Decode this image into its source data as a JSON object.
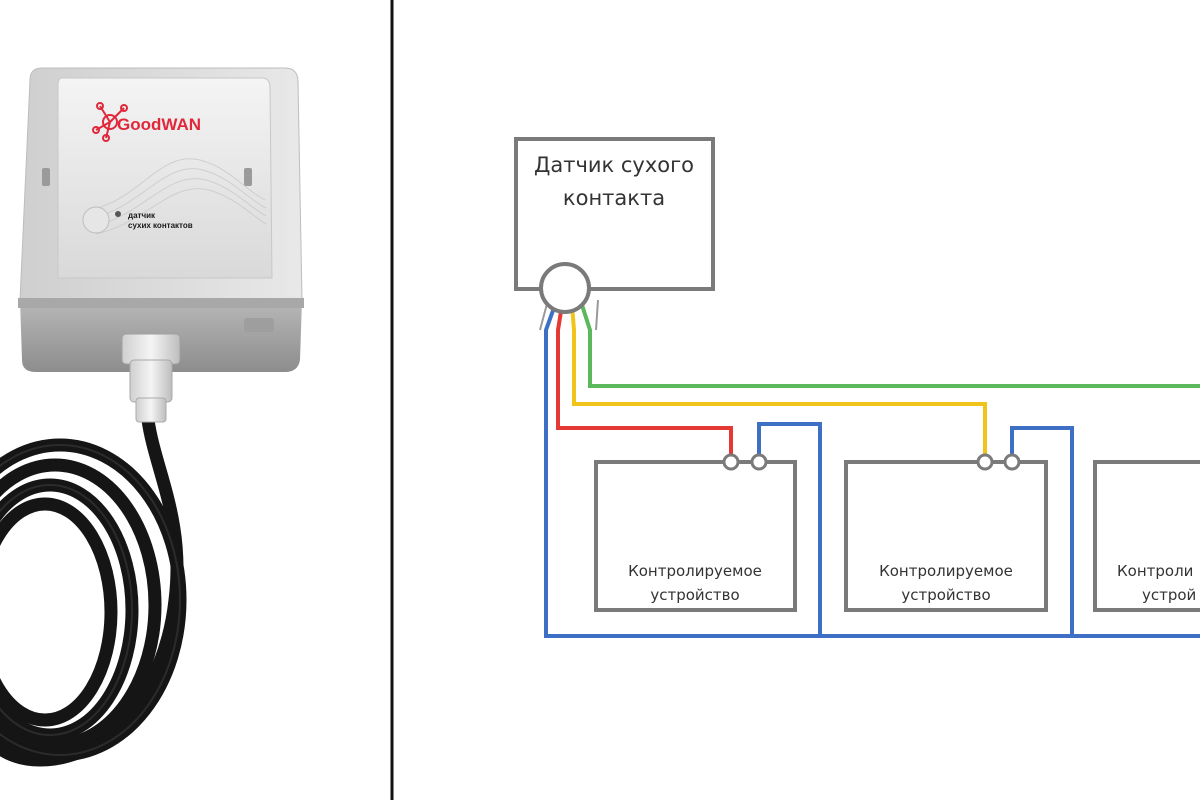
{
  "product": {
    "logo_text": "GoodWAN",
    "label_line1": "датчик",
    "label_line2": "сухих контактов"
  },
  "diagram": {
    "sensor_label_line1": "Датчик сухого",
    "sensor_label_line2": "контакта",
    "devices": [
      {
        "line1": "Контролируемое",
        "line2": "устройство"
      },
      {
        "line1": "Контролируемое",
        "line2": "устройство"
      },
      {
        "line1": "Контроли",
        "line2": "устрой"
      }
    ]
  },
  "colors": {
    "wire_green": "#5cb85c",
    "wire_yellow": "#f0c419",
    "wire_red": "#e53935",
    "wire_blue": "#3d6fc4",
    "box_stroke": "#7a7a7a",
    "logo_red": "#e0283a"
  }
}
